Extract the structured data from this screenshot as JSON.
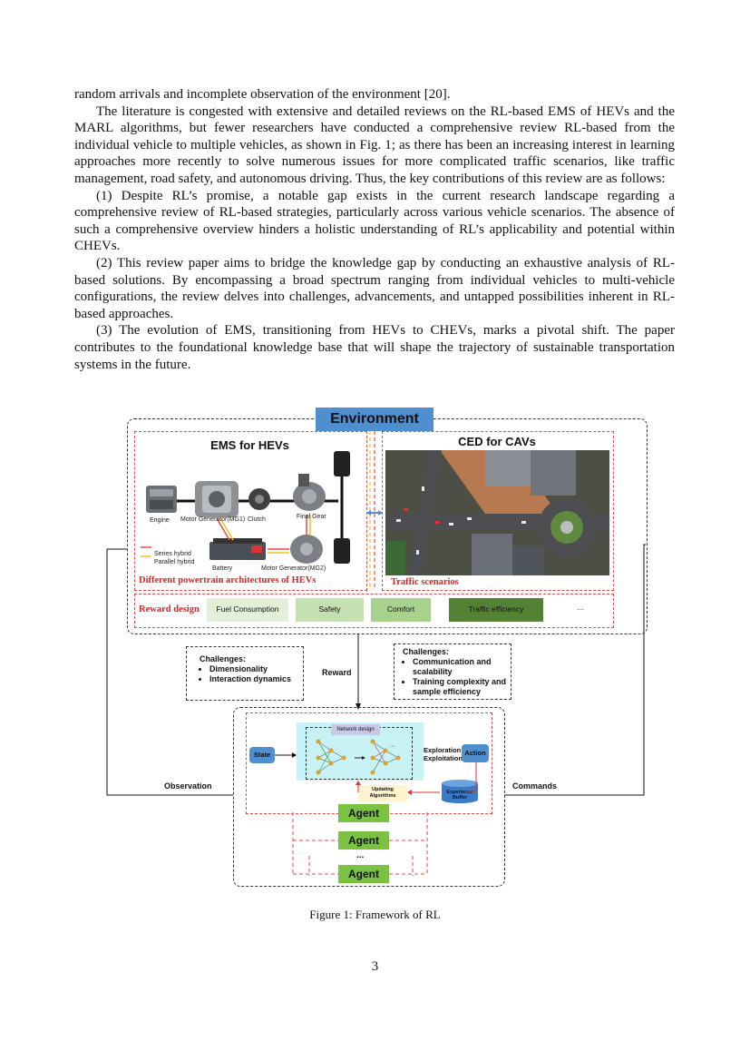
{
  "body": {
    "p0": "random arrivals and incomplete observation of the environment [20].",
    "p1": "The literature is congested with extensive and detailed reviews on the RL-based EMS of HEVs and the MARL algorithms, but fewer researchers have conducted a comprehensive review RL-based from the individual vehicle to multiple vehicles, as shown in Fig. 1; as there has been an increasing interest in learning approaches more recently to solve numerous issues for more complicated traffic scenarios, like traffic management, road safety, and autonomous driving. Thus, the key contributions of this review are as follows:",
    "p2": "(1) Despite RL’s promise, a notable gap exists in the current research landscape regarding a comprehensive review of RL-based strategies, particularly across various vehicle scenarios. The absence of such a comprehensive overview hinders a holistic understanding of RL’s applicability and potential within CHEVs.",
    "p3": "(2) This review paper aims to bridge the knowledge gap by conducting an exhaustive analysis of RL-based solutions. By encompassing a broad spectrum ranging from individual vehicles to multi-vehicle configurations, the review delves into challenges, advancements, and untapped possibilities inherent in RL-based approaches.",
    "p4": "(3) The evolution of EMS, transitioning from HEVs to CHEVs, marks a pivotal shift. The paper contributes to the foundational knowledge base that will shape the trajectory of sustainable transportation systems in the future."
  },
  "figure": {
    "environment": "Environment",
    "ems_title": "EMS for HEVs",
    "ced_title": "CED for CAVs",
    "components": {
      "engine": "Engine",
      "mg1": "Motor Generator(MG1)",
      "clutch": "Clutch",
      "final_gear": "Final Gear",
      "battery": "Battery",
      "mg2": "Motor Generator(MG2)"
    },
    "legend": {
      "series": "Series hybrid",
      "parallel": "Parallel hybrid"
    },
    "powertrain_caption": "Different powertrain architectures of HEVs",
    "traffic_caption": "Traffic scenarios",
    "reward_design": "Reward design",
    "rewards": [
      "Fuel Consumption",
      "Safety",
      "Comfort",
      "Traffic efficiency",
      "···"
    ],
    "challenges_left": {
      "title": "Challenges:",
      "items": [
        "Dimensionality",
        "Interaction dynamics"
      ]
    },
    "challenges_right": {
      "title": "Challenges:",
      "items": [
        "Communication and scalability",
        "Training complexity and sample efficiency"
      ]
    },
    "reward_label": "Reward",
    "observation_label": "Observation",
    "commands_label": "Commands",
    "network_design": "Network design",
    "state": "State",
    "action": "Action",
    "exploration": "Exploration",
    "exploitation": "Exploitation",
    "updating": "Updating Algorithms",
    "experience_buffer": "Experience Buffer",
    "agents": [
      "Agent",
      "Agent",
      "Agent"
    ],
    "dots": "...",
    "nn_dots": "···",
    "colors": {
      "env_blue": "#4f8fd0",
      "agent_green": "#7cc242",
      "red_dash": "#e34a4a"
    }
  },
  "caption": "Figure 1: Framework of RL",
  "page_number": "3"
}
